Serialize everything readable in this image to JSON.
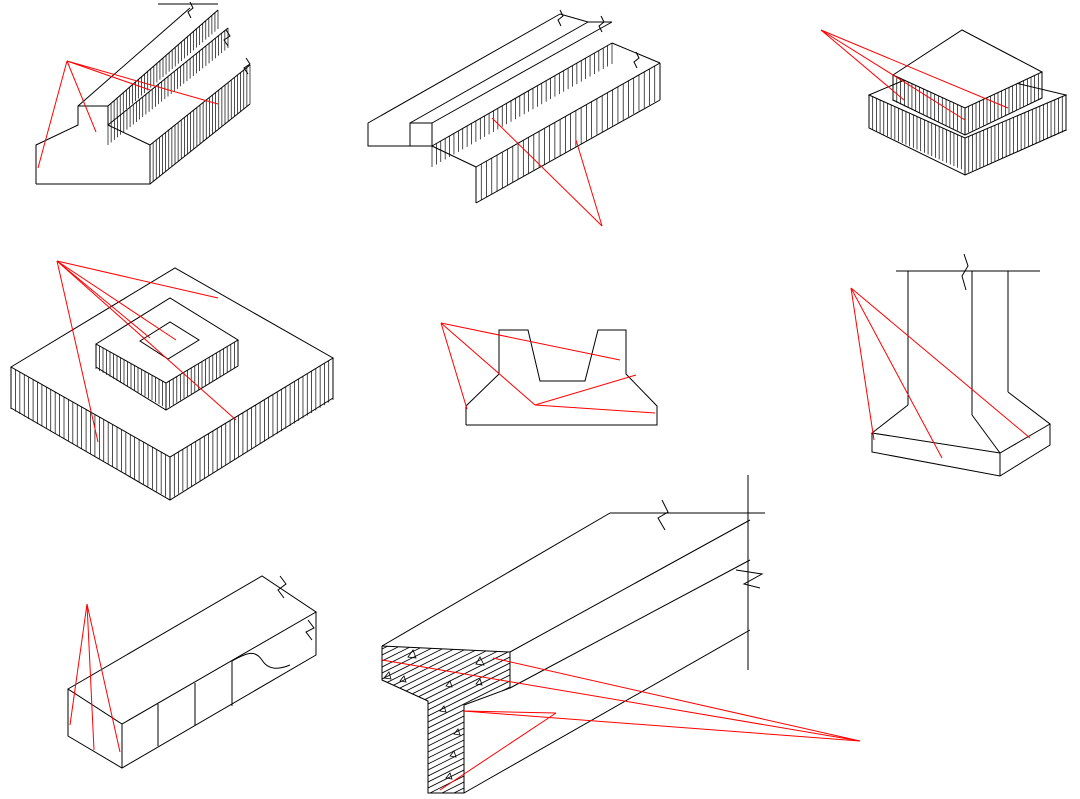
{
  "figure": {
    "panels": [
      {
        "id": "stepped-strip-foundation"
      },
      {
        "id": "grooved-slab-foundation"
      },
      {
        "id": "two-step-pad-foundation"
      },
      {
        "id": "cup-socket-pad-foundation"
      },
      {
        "id": "double-trough-section"
      },
      {
        "id": "column-on-tapered-footing"
      },
      {
        "id": "box-beam-with-diaphragms"
      },
      {
        "id": "t-beam-section"
      }
    ],
    "colors": {
      "outline": "#000000",
      "leader_lines": "#ff0000",
      "background": "#ffffff"
    }
  }
}
